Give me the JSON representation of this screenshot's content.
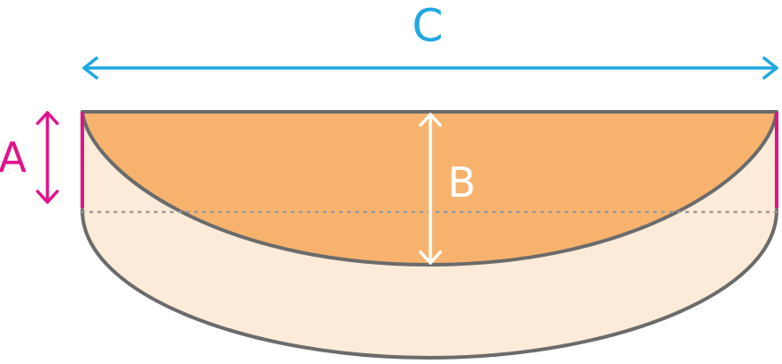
{
  "labels": {
    "a": "A",
    "b": "B",
    "c": "C"
  },
  "colors": {
    "bowl_fill": "#fdebd9",
    "liquid_fill": "#f7b36e",
    "outline": "#6b6b6b",
    "dotted_line": "#9a9a9a",
    "c_arrow": "#1fa8e0",
    "a_marker": "#e0138c",
    "b_arrow": "#ffffff"
  }
}
